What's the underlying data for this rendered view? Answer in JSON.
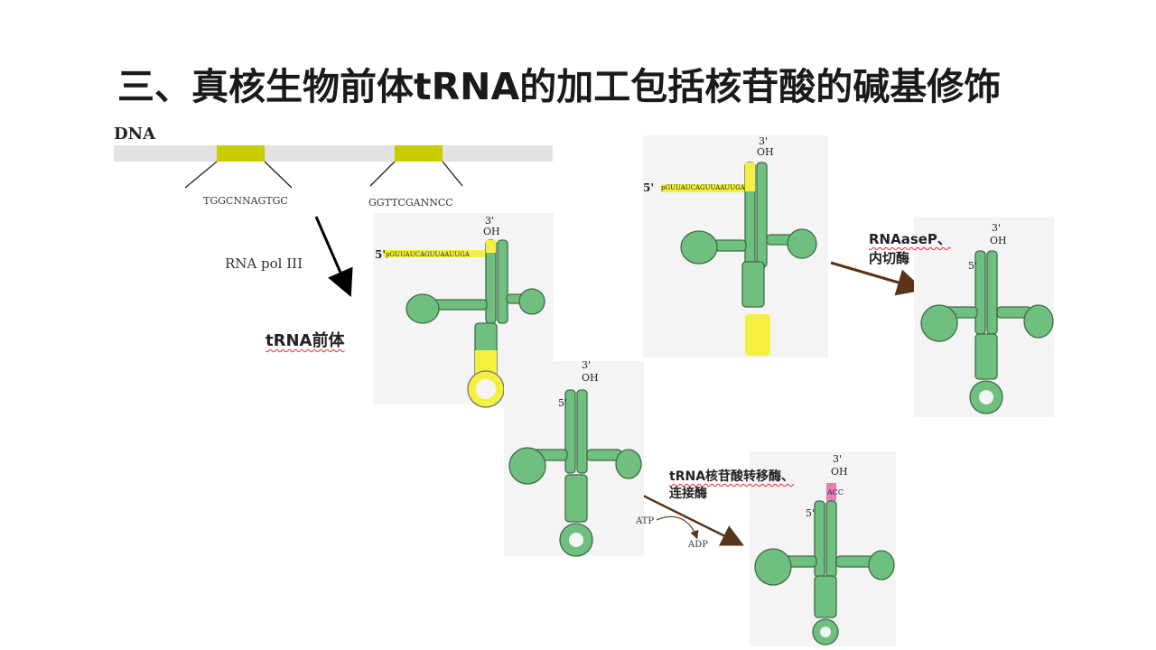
{
  "title": "三、真核生物前体tRNA的加工包括核苷酸的碱基修饰",
  "dna": {
    "label": "DNA",
    "box_a": "TGGCNNAGTGC",
    "box_b": "GGTTCGANNCC"
  },
  "steps": {
    "rna_pol": "RNA pol III",
    "precursor": "tRNA前体",
    "rnase_line1": "RNAaseP、",
    "rnase_line2": "内切酶",
    "transferase_line1": "tRNA核苷酸转移酶、",
    "transferase_line2": "连接酶",
    "atp": "ATP",
    "adp": "ADP"
  },
  "trna": {
    "three_prime": "3'",
    "oh": "OH",
    "five_prime": "5'",
    "leader": "pGUUAUCAGUUAAUUGA",
    "cca": "ACC"
  },
  "colors": {
    "green": "#6fbf7f",
    "yellow": "#f5f040",
    "pink": "#e87fb8",
    "olive": "#c9cc00",
    "arrow_brown": "#5a3418"
  }
}
